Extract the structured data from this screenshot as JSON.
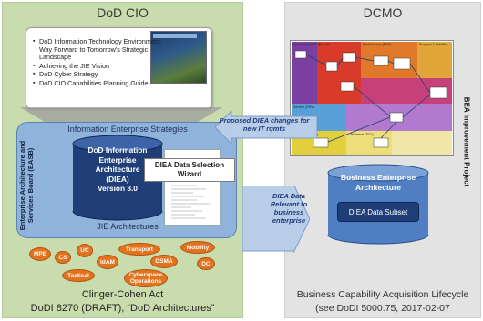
{
  "left": {
    "title": "DoD CIO",
    "strategies": [
      "DoD Information Technology Environment: Way Forward to Tomorrow's Strategic Landscape",
      "Achieving the JIE Vision",
      "DoD Cyber Strategy",
      "DoD CIO Capabilities Planning Guide"
    ],
    "ea_strategies_label": "Information Enterprise Strategies",
    "easb_label": "Enterprise Architecture and Services Board (EASB)",
    "diea_lines": [
      "DoD Information",
      "Enterprise",
      "Architecture",
      "(DIEA)",
      "Version 3.0"
    ],
    "wizard_label": "DIEA Data Selection Wizard",
    "jie_label": "JIE Architectures",
    "ovals": [
      "MPE",
      "CS",
      "UC",
      "IdAM",
      "Transport",
      "DSMA",
      "Mobility",
      "DC",
      "Tactical",
      "Cyberspace Operations"
    ],
    "footer_line1": "Clinger-Cohen Act",
    "footer_line2": "DoDI 8270 (DRAFT), “DoD Architectures”"
  },
  "arrows": {
    "changes": "Proposed DIEA changes for new IT rqmts",
    "relevant": "DIEA Data Relevant to business enterprise"
  },
  "right": {
    "title": "DCMO",
    "project_label": "BEA Improvement Project",
    "diagram_regions": [
      "Governance (GOV)",
      "Process",
      "Performance (PER)",
      "Program & Initiative",
      "Service (SRV)",
      "Information (INF)",
      "Technical (TEC)"
    ],
    "bea_lines": [
      "Business Enterprise",
      "Architecture"
    ],
    "bea_subset": "DIEA Data Subset",
    "footer_line1": "Business Capability Acquisition Lifecycle",
    "footer_line2": "(see DoDI 5000.75, 2017-02-07"
  },
  "colors": {
    "left_panel": "#c9dcae",
    "right_panel": "#e3e3e3",
    "ea_blue": "#8fb3db",
    "cylinder_dark": "#1f3e78",
    "oval_orange": "#e3731f",
    "arrow_blue": "#b8cde8"
  }
}
